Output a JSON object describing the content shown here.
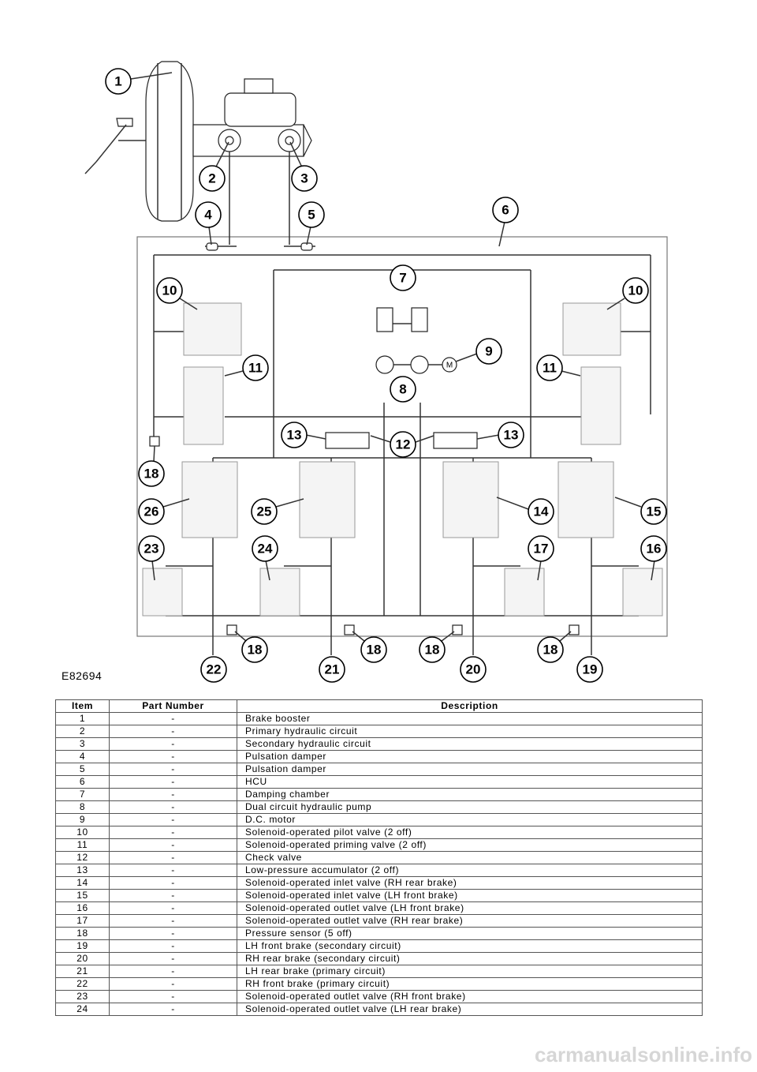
{
  "figure": {
    "id": "E82694",
    "callouts": {
      "c1": "1",
      "c2": "2",
      "c3": "3",
      "c4": "4",
      "c5": "5",
      "c6": "6",
      "c7": "7",
      "c8": "8",
      "c9": "9",
      "c10a": "10",
      "c10b": "10",
      "c11a": "11",
      "c11b": "11",
      "c12": "12",
      "c13a": "13",
      "c13b": "13",
      "c14": "14",
      "c15": "15",
      "c16": "16",
      "c17": "17",
      "c18a": "18",
      "c18b": "18",
      "c18c": "18",
      "c18d": "18",
      "c18e": "18",
      "c19": "19",
      "c20": "20",
      "c21": "21",
      "c22": "22",
      "c23": "23",
      "c24": "24",
      "c25": "25",
      "c26": "26"
    },
    "motor_label": "M"
  },
  "table": {
    "headers": {
      "item": "Item",
      "part_number": "Part Number",
      "description": "Description"
    },
    "rows": [
      {
        "item": "1",
        "part": "-",
        "desc": "Brake booster"
      },
      {
        "item": "2",
        "part": "-",
        "desc": "Primary hydraulic circuit"
      },
      {
        "item": "3",
        "part": "-",
        "desc": "Secondary hydraulic circuit"
      },
      {
        "item": "4",
        "part": "-",
        "desc": "Pulsation damper"
      },
      {
        "item": "5",
        "part": "-",
        "desc": "Pulsation damper"
      },
      {
        "item": "6",
        "part": "-",
        "desc": "HCU"
      },
      {
        "item": "7",
        "part": "-",
        "desc": "Damping chamber"
      },
      {
        "item": "8",
        "part": "-",
        "desc": "Dual circuit hydraulic pump"
      },
      {
        "item": "9",
        "part": "-",
        "desc": "D.C. motor"
      },
      {
        "item": "10",
        "part": "-",
        "desc": "Solenoid-operated pilot valve (2 off)"
      },
      {
        "item": "11",
        "part": "-",
        "desc": "Solenoid-operated priming valve (2 off)"
      },
      {
        "item": "12",
        "part": "-",
        "desc": "Check valve"
      },
      {
        "item": "13",
        "part": "-",
        "desc": "Low-pressure accumulator (2 off)"
      },
      {
        "item": "14",
        "part": "-",
        "desc": "Solenoid-operated inlet valve (RH rear brake)"
      },
      {
        "item": "15",
        "part": "-",
        "desc": "Solenoid-operated inlet valve (LH front brake)"
      },
      {
        "item": "16",
        "part": "-",
        "desc": "Solenoid-operated outlet valve (LH front brake)"
      },
      {
        "item": "17",
        "part": "-",
        "desc": "Solenoid-operated outlet valve (RH rear brake)"
      },
      {
        "item": "18",
        "part": "-",
        "desc": "Pressure sensor (5 off)"
      },
      {
        "item": "19",
        "part": "-",
        "desc": "LH front brake (secondary circuit)"
      },
      {
        "item": "20",
        "part": "-",
        "desc": "RH rear brake (secondary circuit)"
      },
      {
        "item": "21",
        "part": "-",
        "desc": "LH rear brake (primary circuit)"
      },
      {
        "item": "22",
        "part": "-",
        "desc": "RH front brake (primary circuit)"
      },
      {
        "item": "23",
        "part": "-",
        "desc": "Solenoid-operated outlet valve (RH front brake)"
      },
      {
        "item": "24",
        "part": "-",
        "desc": "Solenoid-operated outlet valve (LH rear brake)"
      }
    ]
  },
  "watermark": "carmanualsonline.info"
}
